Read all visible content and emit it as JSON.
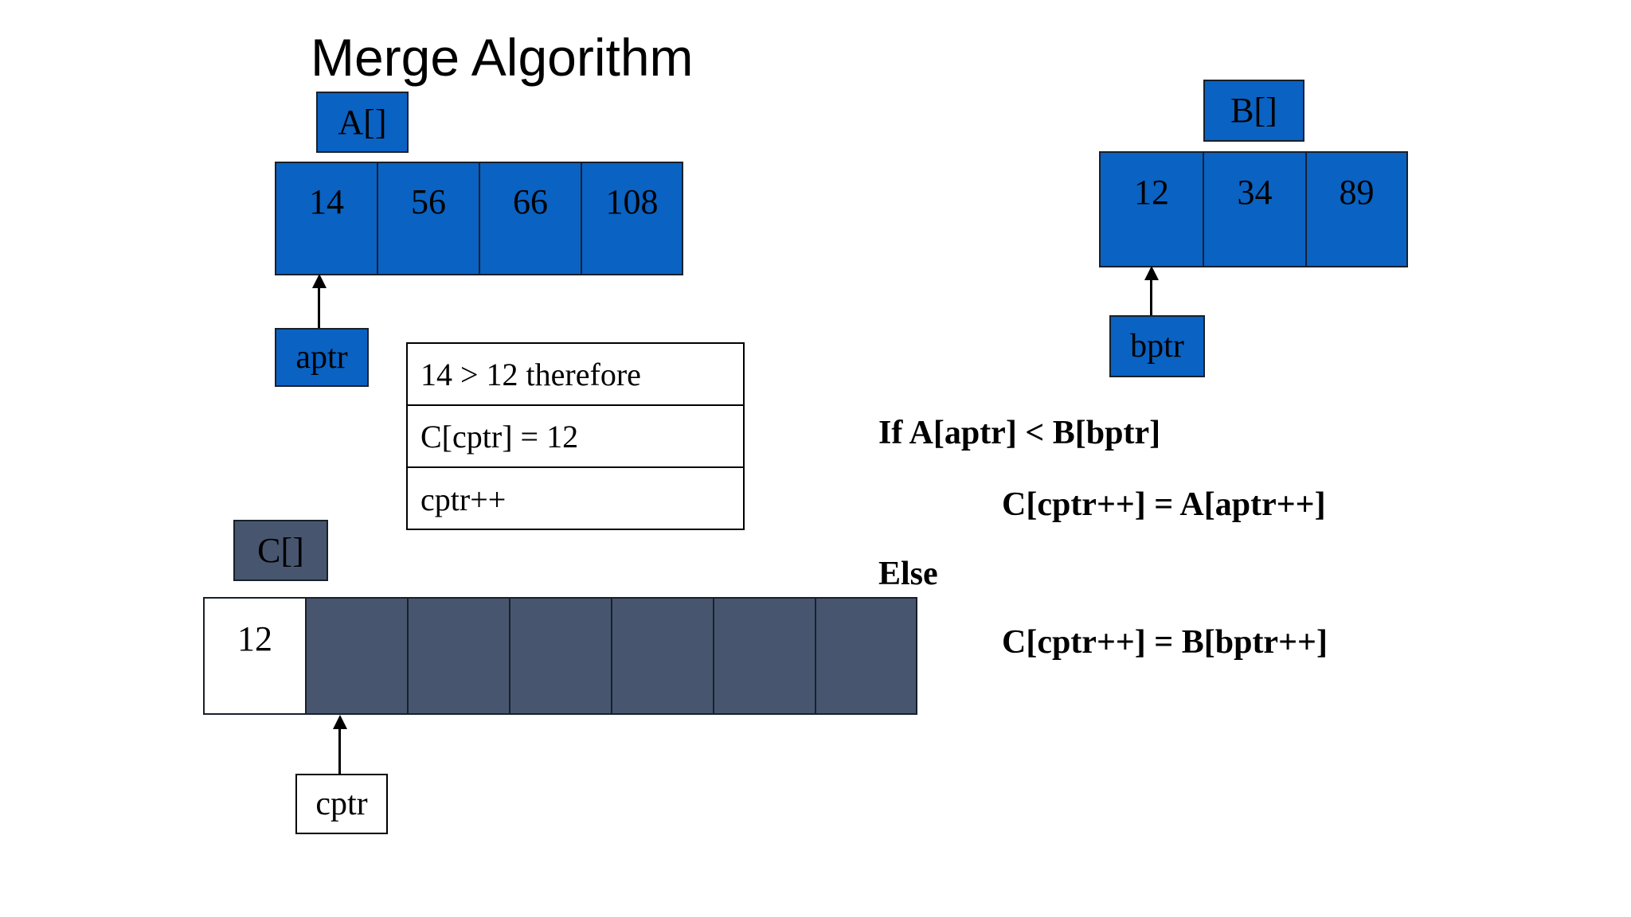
{
  "title": "Merge Algorithm",
  "arrays": {
    "a": {
      "label": "A[]",
      "values": [
        "14",
        "56",
        "66",
        "108"
      ]
    },
    "b": {
      "label": "B[]",
      "values": [
        "12",
        "34",
        "89"
      ]
    },
    "c": {
      "label": "C[]",
      "values": [
        "12",
        "",
        "",
        "",
        "",
        "",
        ""
      ]
    }
  },
  "pointers": {
    "aptr": "aptr",
    "bptr": "bptr",
    "cptr": "cptr"
  },
  "steps": [
    "14 > 12 therefore",
    "C[cptr] = 12",
    "cptr++"
  ],
  "pseudocode": [
    "If A[aptr] < B[bptr]",
    "C[cptr++] = A[aptr++]",
    "Else",
    "C[cptr++] = B[bptr++]"
  ],
  "colors": {
    "array_blue": "#0A62C2",
    "array_slate": "#47566E",
    "border": "#18202c",
    "text": "#000000",
    "background": "#ffffff"
  }
}
